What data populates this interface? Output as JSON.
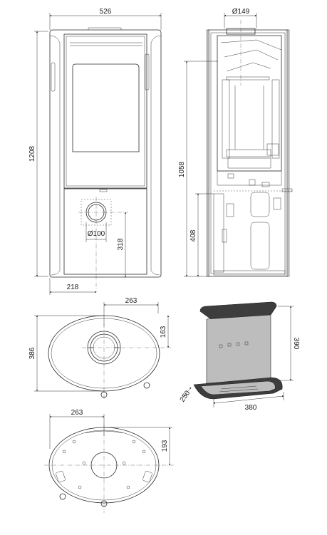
{
  "front_view": {
    "width_label": "526",
    "height_label": "1208",
    "flue_diameter_label": "Ø100",
    "flue_height_label": "318",
    "flue_offset_label": "218"
  },
  "side_view": {
    "flue_diameter_label": "Ø149",
    "height_1058_label": "1058",
    "height_408_label": "408"
  },
  "top_view": {
    "width_label": "263",
    "depth_label": "386",
    "offset_label": "163"
  },
  "bottom_view": {
    "width_label": "263",
    "offset_label": "193"
  },
  "floor_plate": {
    "height_label": "390",
    "width_label": "380",
    "depth_label": "250"
  }
}
